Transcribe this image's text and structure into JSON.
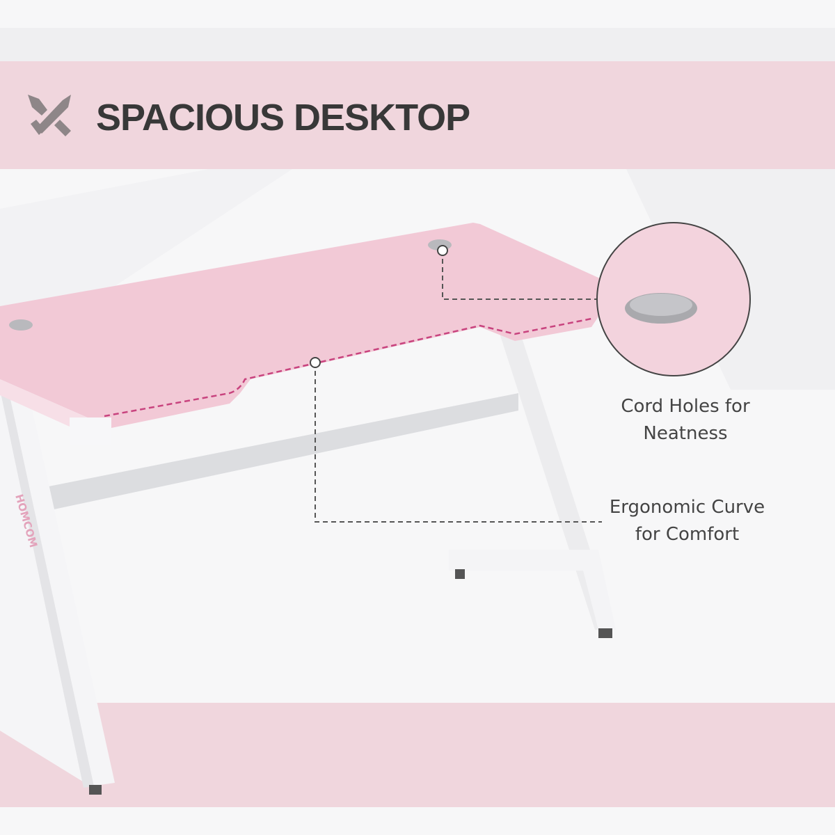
{
  "header": {
    "title": "SPACIOUS DESKTOP",
    "icon": "crossed-swords-icon"
  },
  "callouts": [
    {
      "line1": "Cord Holes for",
      "line2": "Neatness"
    },
    {
      "line1": "Ergonomic Curve",
      "line2": "for Comfort"
    }
  ],
  "brand": {
    "logo_text": "HOMCOM"
  },
  "colors": {
    "band": "#f0d6dd",
    "desk_top": "#f2c9d6",
    "title": "#383838",
    "icon": "#8e8688"
  }
}
